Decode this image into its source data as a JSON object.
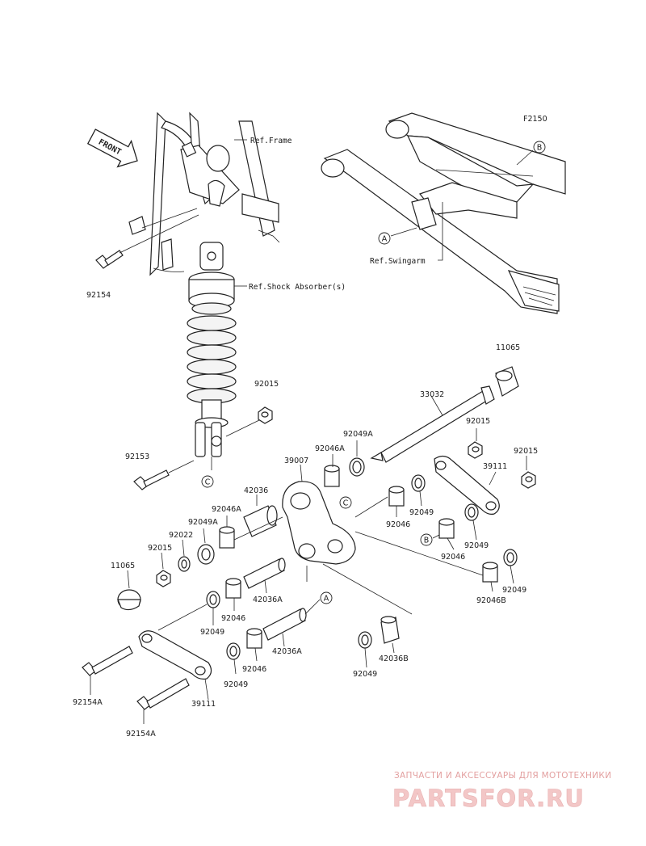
{
  "figure_code": "F2150",
  "front_label": "FRONT",
  "refs": {
    "frame": "Ref.Frame",
    "shock": "Ref.Shock Absorber(s)",
    "swingarm": "Ref.Swingarm"
  },
  "callouts": {
    "a": "A",
    "b": "B",
    "c": "C"
  },
  "parts": {
    "p92154": "92154",
    "p92015_shock": "92015",
    "p92153": "92153",
    "p11065_right": "11065",
    "p33032": "33032",
    "p92015_top": "92015",
    "p92049A_top": "92049A",
    "p92046A_top": "92046A",
    "p39007": "39007",
    "p92015_right": "92015",
    "p39111_right": "39111",
    "p42036": "42036",
    "p92046A_left": "92046A",
    "p92049A_left": "92049A",
    "p92022": "92022",
    "p92015_left": "92015",
    "p11065_left": "11065",
    "p92046_mid": "92046",
    "p92049_mid": "92049",
    "p92046_b": "92046",
    "p92049_b": "92049",
    "p92046B": "92046B",
    "p92049_r": "92049",
    "p42036A_mid": "42036A",
    "p92046_left": "92046",
    "p92049_left": "92049",
    "p42036A_low": "42036A",
    "p92046_low": "92046",
    "p92049_low": "92049",
    "p42036B": "42036B",
    "p92049_bottom": "92049",
    "p92154A_upper": "92154A",
    "p39111_left": "39111",
    "p92154A_lower": "92154A"
  },
  "watermark": {
    "line1": "ЗАПЧАСТИ И АКСЕССУАРЫ ДЛЯ МОТОТЕХНИКИ",
    "line2": "PARTSFOR.RU"
  }
}
